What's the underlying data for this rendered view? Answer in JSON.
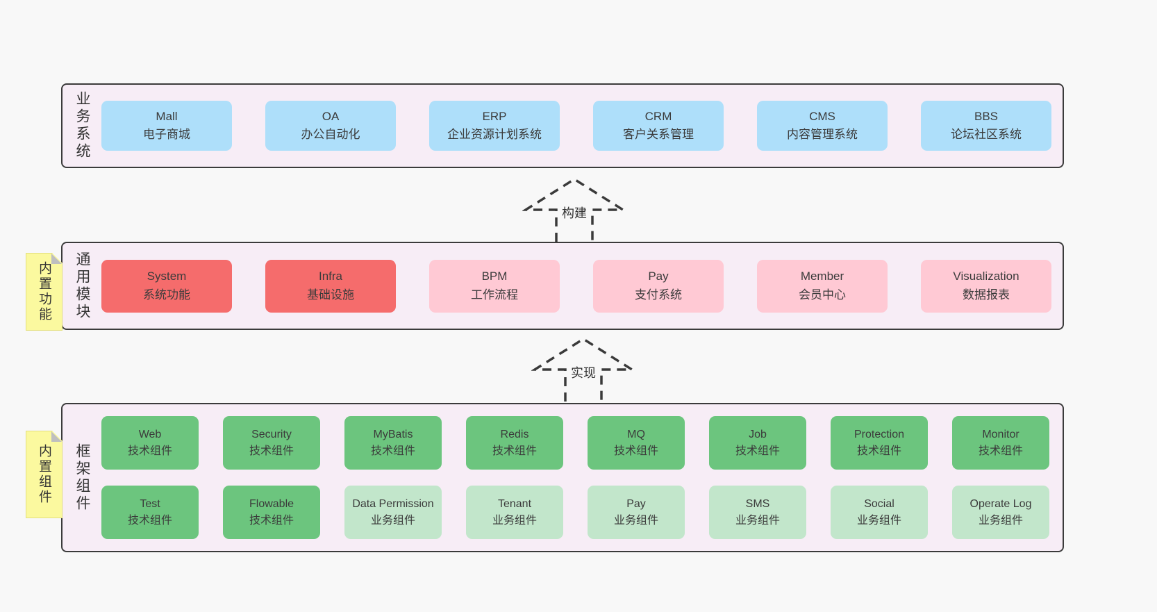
{
  "colors": {
    "page_bg": "#f8f8f8",
    "layer_bg": "#f7edf6",
    "layer_border": "#3b3b3b",
    "blue_box": "#aedffa",
    "red_box": "#f56c6c",
    "pink_box": "#ffc9d4",
    "green_dark_box": "#6cc57e",
    "green_light_box": "#c2e6cb",
    "note_bg": "#fbf99f",
    "note_fold": "#bfbfbf",
    "text": "#3b3b3b"
  },
  "arrows": [
    {
      "label": "构建"
    },
    {
      "label": "实现"
    }
  ],
  "notes": [
    {
      "label": "内置功能"
    },
    {
      "label": "内置组件"
    }
  ],
  "layers": [
    {
      "label": "业务系统",
      "boxes": [
        {
          "name": "Mall",
          "desc": "电子商城",
          "variant": "blue"
        },
        {
          "name": "OA",
          "desc": "办公自动化",
          "variant": "blue"
        },
        {
          "name": "ERP",
          "desc": "企业资源计划系统",
          "variant": "blue"
        },
        {
          "name": "CRM",
          "desc": "客户关系管理",
          "variant": "blue"
        },
        {
          "name": "CMS",
          "desc": "内容管理系统",
          "variant": "blue"
        },
        {
          "name": "BBS",
          "desc": "论坛社区系统",
          "variant": "blue"
        }
      ]
    },
    {
      "label": "通用模块",
      "boxes": [
        {
          "name": "System",
          "desc": "系统功能",
          "variant": "red"
        },
        {
          "name": "Infra",
          "desc": "基础设施",
          "variant": "red"
        },
        {
          "name": "BPM",
          "desc": "工作流程",
          "variant": "pink"
        },
        {
          "name": "Pay",
          "desc": "支付系统",
          "variant": "pink"
        },
        {
          "name": "Member",
          "desc": "会员中心",
          "variant": "pink"
        },
        {
          "name": "Visualization",
          "desc": "数据报表",
          "variant": "pink"
        }
      ]
    },
    {
      "label": "框架组件",
      "row1": [
        {
          "name": "Web",
          "desc": "技术组件",
          "variant": "green-dark"
        },
        {
          "name": "Security",
          "desc": "技术组件",
          "variant": "green-dark"
        },
        {
          "name": "MyBatis",
          "desc": "技术组件",
          "variant": "green-dark"
        },
        {
          "name": "Redis",
          "desc": "技术组件",
          "variant": "green-dark"
        },
        {
          "name": "MQ",
          "desc": "技术组件",
          "variant": "green-dark"
        },
        {
          "name": "Job",
          "desc": "技术组件",
          "variant": "green-dark"
        },
        {
          "name": "Protection",
          "desc": "技术组件",
          "variant": "green-dark"
        },
        {
          "name": "Monitor",
          "desc": "技术组件",
          "variant": "green-dark"
        }
      ],
      "row2": [
        {
          "name": "Test",
          "desc": "技术组件",
          "variant": "green-dark"
        },
        {
          "name": "Flowable",
          "desc": "技术组件",
          "variant": "green-dark"
        },
        {
          "name": "Data Permission",
          "desc": "业务组件",
          "variant": "green-light"
        },
        {
          "name": "Tenant",
          "desc": "业务组件",
          "variant": "green-light"
        },
        {
          "name": "Pay",
          "desc": "业务组件",
          "variant": "green-light"
        },
        {
          "name": "SMS",
          "desc": "业务组件",
          "variant": "green-light"
        },
        {
          "name": "Social",
          "desc": "业务组件",
          "variant": "green-light"
        },
        {
          "name": "Operate Log",
          "desc": "业务组件",
          "variant": "green-light"
        }
      ]
    }
  ]
}
